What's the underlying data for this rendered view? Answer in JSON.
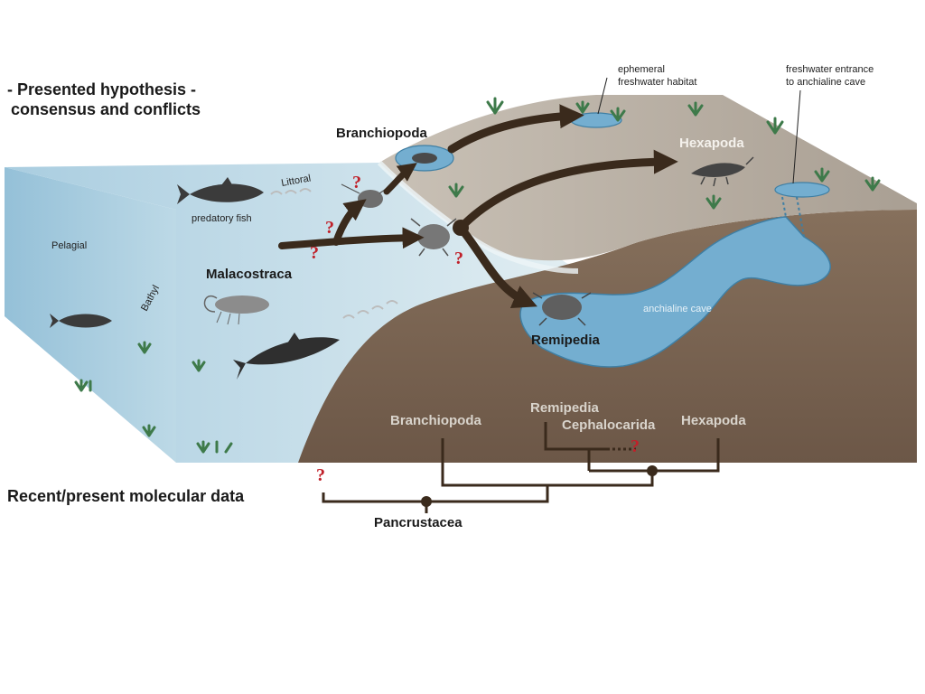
{
  "headings": {
    "hypothesis_line1": "- Presented hypothesis -",
    "hypothesis_line2": "consensus and conflicts",
    "molecular": "Recent/present molecular data"
  },
  "zones": {
    "pelagial": "Pelagial",
    "bathyal": "Bathyl",
    "littoral": "Littoral"
  },
  "habitats": {
    "ephemeral_line1": "ephemeral",
    "ephemeral_line2": "freshwater habitat",
    "cave_entrance_line1": "freshwater entrance",
    "cave_entrance_line2": "to anchialine cave",
    "anchialine_cave": "anchialine cave"
  },
  "animals": {
    "predatory_fish": "predatory fish"
  },
  "taxa": {
    "branchiopoda": "Branchiopoda",
    "malacostraca": "Malacostraca",
    "hexapoda": "Hexapoda",
    "remipedia": "Remipedia"
  },
  "tree": {
    "branchiopoda": "Branchiopoda",
    "remipedia": "Remipedia",
    "cephalocarida": "Cephalocarida",
    "hexapoda": "Hexapoda",
    "pancrustacea": "Pancrustacea",
    "uncertain_mark": "?"
  },
  "question_mark": "?",
  "colors": {
    "sea_deep": "#7fb3cf",
    "sea_light": "#cfe3ec",
    "land_surface": "#b6ada2",
    "soil": "#7a6452",
    "cave_water": "#74aed0",
    "arrow": "#3a2a1c",
    "question": "#c0212a",
    "plant": "#3e7a4a"
  }
}
